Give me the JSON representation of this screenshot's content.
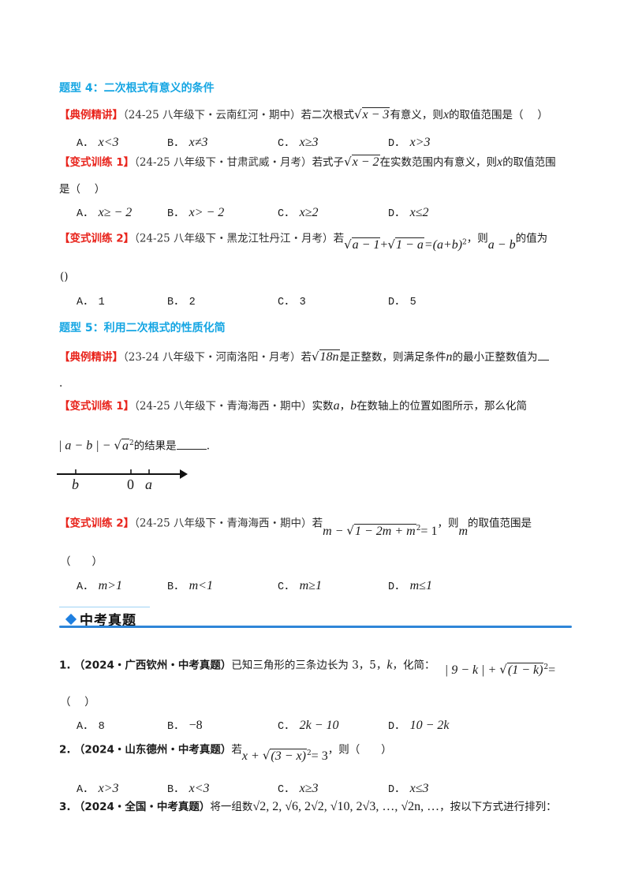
{
  "sections": [
    {
      "heading": "题型 4：二次根式有意义的条件",
      "questions": [
        {
          "tag": "【典例精讲】",
          "source": "（24-25 八年级下・云南红河・期中）",
          "text_before": "若二次根式",
          "radicand": "x − 3",
          "text_after": "有意义，则",
          "var": "x",
          "text_end": "的取值范围是（　 ）",
          "options": [
            {
              "label": "A．",
              "value": "x<3"
            },
            {
              "label": "B．",
              "value": "x≠3"
            },
            {
              "label": "C．",
              "value": "x≥3"
            },
            {
              "label": "D．",
              "value": "x>3"
            }
          ]
        },
        {
          "tag": "【变式训练 1】",
          "source": "（24-25 八年级下・甘肃武威・月考）",
          "text_before": "若式子",
          "radicand": "x − 2",
          "text_after": "在实数范围内有意义，则",
          "var": "x",
          "text_end": "的取值范围",
          "line2": "是（　 ）",
          "options": [
            {
              "label": "A．",
              "value": "x≥ − 2"
            },
            {
              "label": "B．",
              "value": "x> − 2"
            },
            {
              "label": "C．",
              "value": "x≥2"
            },
            {
              "label": "D．",
              "value": "x≤2"
            }
          ]
        },
        {
          "tag": "【变式训练 2】",
          "source": "（24-25 八年级下・黑龙江牡丹江・月考）",
          "text_before": "若",
          "rad1": "a − 1",
          "plus": "+",
          "rad2": "1 − a",
          "eq": "=(a+b)",
          "exp": "2",
          "comma": "，则",
          "expr": "a − b",
          "text_end": "的值为",
          "line2": "()",
          "options": [
            {
              "label": "A．",
              "value": "1"
            },
            {
              "label": "B．",
              "value": "2"
            },
            {
              "label": "C．",
              "value": "3"
            },
            {
              "label": "D．",
              "value": "5"
            }
          ]
        }
      ]
    },
    {
      "heading": "题型 5：利用二次根式的性质化简",
      "questions": [
        {
          "tag": "【典例精讲】",
          "source": "（23-24 八年级下・河南洛阳・月考）",
          "text_before": "若",
          "radicand": "18n",
          "text_after": "是正整数，则满足条件",
          "var": "n",
          "text_end": "的最小正整数值为",
          "line2": "."
        },
        {
          "tag": "【变式训练 1】",
          "source": "（24-25 八年级下・青海海西・期中）",
          "text_before": "实数",
          "var1": "a",
          "sep": "，",
          "var2": "b",
          "text_after": "在数轴上的位置如图所示，那么化简",
          "expr_abs": "| a − b | − ",
          "radicand": "a",
          "exp": "2",
          "text_end": "的结果是",
          "end_dot": ".",
          "number_line": {
            "labels": [
              "b",
              "0",
              "a"
            ]
          }
        },
        {
          "tag": "【变式训练 2】",
          "source": "（24-25 八年级下・青海海西・期中）",
          "text_before": "若",
          "lhs": "m − ",
          "radicand": "1 − 2m + m",
          "exp": "2",
          "rhs": "= 1",
          "comma": "，则",
          "var": "m",
          "text_end": "的取值范围是",
          "line2": "（　　）",
          "options": [
            {
              "label": "A．",
              "value": "m>1"
            },
            {
              "label": "B．",
              "value": "m<1"
            },
            {
              "label": "C．",
              "value": "m≥1"
            },
            {
              "label": "D．",
              "value": "m≤1"
            }
          ]
        }
      ]
    }
  ],
  "exam_section": {
    "title": "中考真题",
    "questions": [
      {
        "num": "1.",
        "source": "（2024・广西钦州・中考真题）",
        "text": "已知三角形的三条边长为 3，5，",
        "var": "k",
        "text2": "，化简：",
        "expr": "| 9 − k | + ",
        "radicand": "(1 − k)",
        "exp": "2",
        "eq": "=",
        "line2": "（　 ）",
        "options": [
          {
            "label": "A．",
            "value": "8"
          },
          {
            "label": "B．",
            "value": "−8"
          },
          {
            "label": "C．",
            "value": "2k − 10"
          },
          {
            "label": "D．",
            "value": "10 − 2k"
          }
        ]
      },
      {
        "num": "2.",
        "source": "（2024・山东德州・中考真题）",
        "text": "若",
        "lhs": "x + ",
        "radicand": "(3 − x)",
        "exp": "2",
        "rhs": "= 3",
        "text2": "，则（　　）",
        "options": [
          {
            "label": "A．",
            "value": "x>3"
          },
          {
            "label": "B．",
            "value": "x<3"
          },
          {
            "label": "C．",
            "value": "x≥3"
          },
          {
            "label": "D．",
            "value": "x≤3"
          }
        ]
      },
      {
        "num": "3.",
        "source": "（2024・全国・中考真题）",
        "text": "将一组数",
        "sequence": "√2, 2, √6, 2√2, √10, 2√3, …, √2n, …",
        "text2": "，按以下方式进行排列："
      }
    ]
  },
  "colors": {
    "heading": "#16a6e3",
    "tag": "#e8231b",
    "section_bar": "#2f86d8",
    "diamond": "#1e7fe0"
  }
}
